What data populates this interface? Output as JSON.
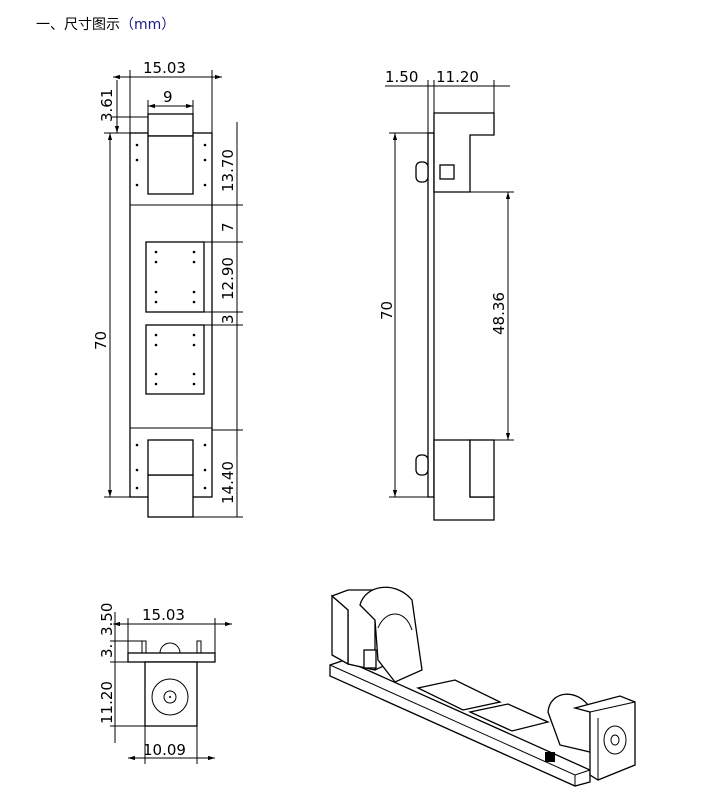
{
  "title": {
    "text": "一、尺寸图示",
    "unit": "（mm）"
  },
  "front_view": {
    "width": "15.03",
    "connector_width": "9",
    "connector_overhang": "3.61",
    "height": "70",
    "top_section": "13.70",
    "gap": "7",
    "pad": "12.90",
    "pad_gap": "3",
    "bottom_section": "14.40"
  },
  "side_view": {
    "board_thickness": "1.50",
    "connector_depth": "11.20",
    "height": "70",
    "inner_span": "48.36"
  },
  "bottom_view": {
    "width": "15.03",
    "top_offset": "3.50",
    "pin_height": "3.",
    "body_height": "11.20",
    "body_width": "10.09"
  }
}
